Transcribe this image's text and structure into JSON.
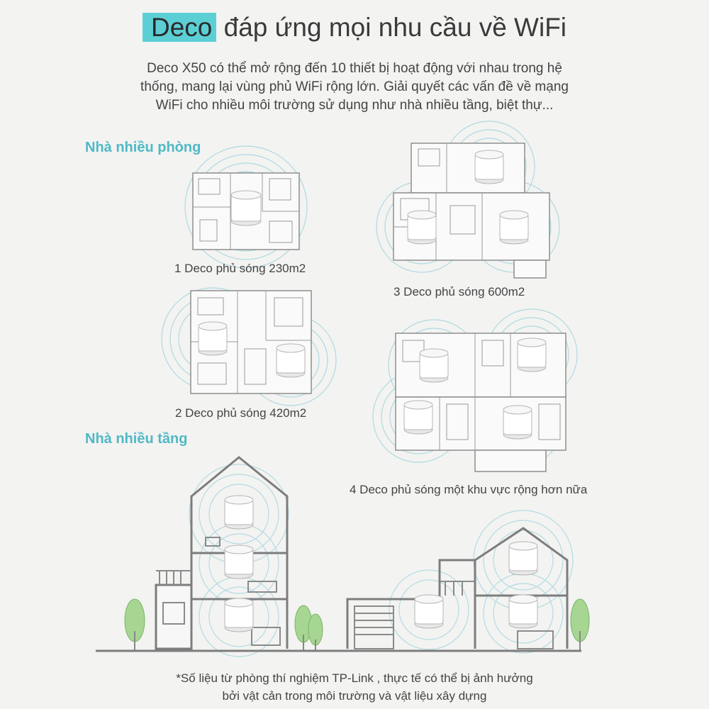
{
  "title": {
    "highlight": "Deco",
    "rest": "đáp ứng mọi nhu cầu về WiFi"
  },
  "intro": [
    "Deco X50 có thể mở rộng đến 10 thiết bị hoạt động với nhau trong hệ",
    "thống, mang lại vùng phủ WiFi rộng lớn. Giải quyết các vấn đề về mạng",
    "WiFi cho nhiều môi trường sử dụng như nhà nhiều tầng, biệt thự..."
  ],
  "sections": {
    "rooms": "Nhà nhiều phòng",
    "floors": "Nhà nhiều tầng"
  },
  "captions": {
    "one": "1 Deco phủ sóng 230m2",
    "two": "2 Deco phủ sóng 420m2",
    "three": "3 Deco phủ sóng 600m2",
    "four": "4 Deco phủ sóng một khu vực rộng hơn nữa"
  },
  "footnote": [
    "*Số liệu từ phòng thí nghiệm TP-Link , thực tế có thể bị ảnh hưởng",
    "bởi vật cản trong môi trường và vật liệu xây dựng"
  ],
  "colors": {
    "accent": "#5ccfd5",
    "section": "#4fb9c6",
    "wave": "#9fd3dc",
    "line": "#8e8e8e"
  }
}
